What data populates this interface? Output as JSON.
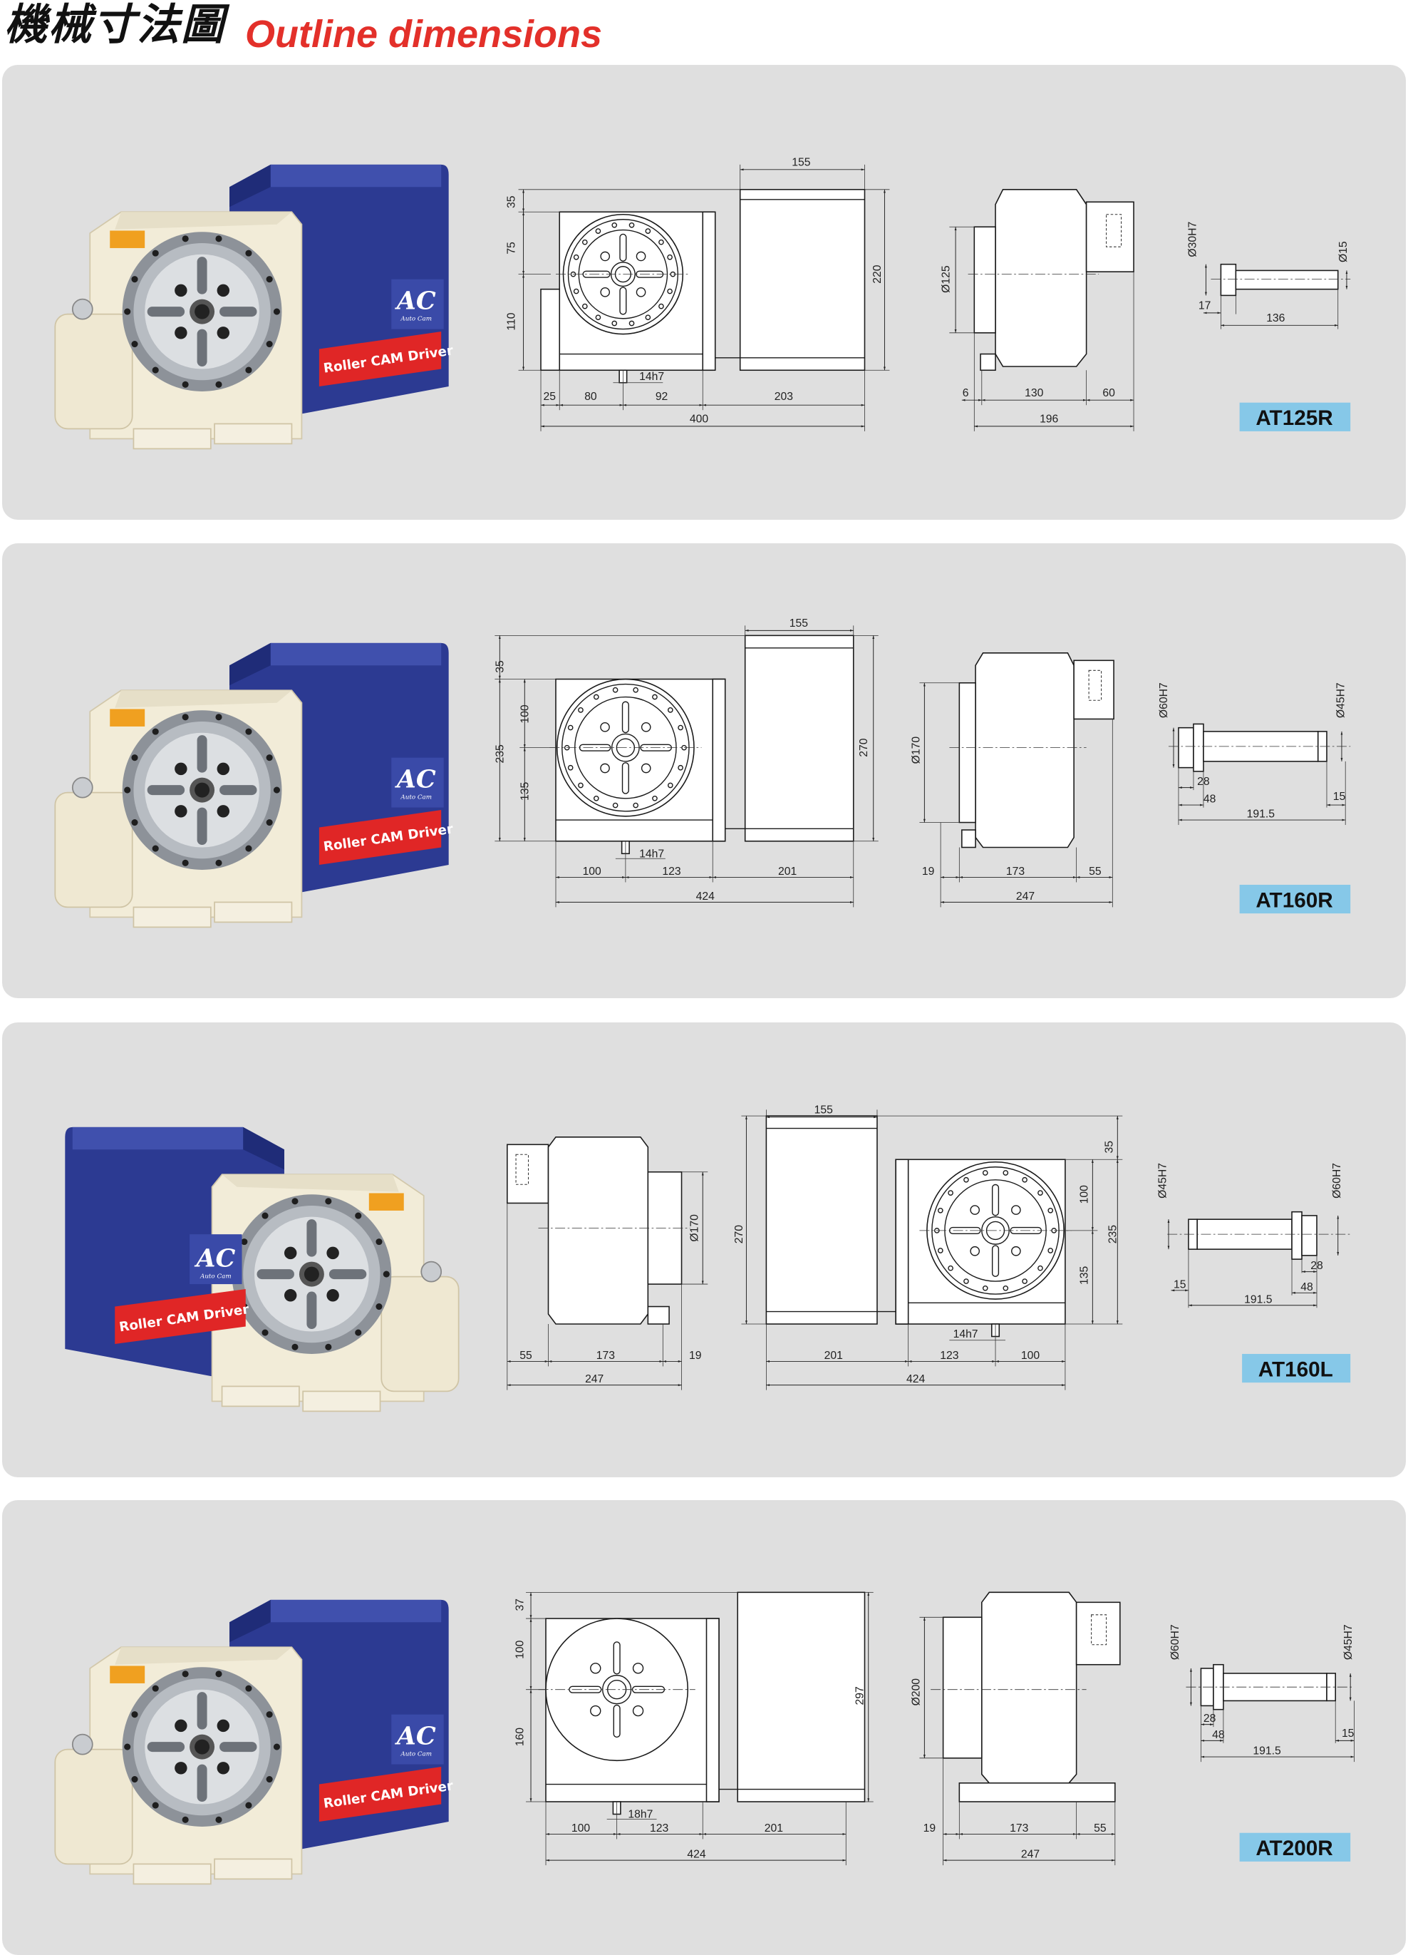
{
  "header": {
    "title_zh": "機械寸法圖",
    "title_en": "Outline dimensions"
  },
  "photo": {
    "label": "Roller CAM Driver",
    "logo": "AC",
    "brand": "Auto Cam"
  },
  "models": [
    {
      "name": "AT125R",
      "front": {
        "top": "155",
        "h1": "35",
        "h2": "75",
        "h3": "110",
        "height": "220",
        "key": "14h7",
        "w1": "25",
        "w2": "80",
        "w3": "92",
        "w4": "203",
        "width": "400"
      },
      "side": {
        "dia": "Ø125",
        "w1": "6",
        "w2": "130",
        "w3": "60",
        "width": "196"
      },
      "shaft": {
        "d1": "Ø30H7",
        "d2": "Ø15",
        "l1": "17",
        "l2": "136"
      }
    },
    {
      "name": "AT160R",
      "front": {
        "top": "155",
        "h1": "35",
        "h_left": "235",
        "h2": "100",
        "h3": "135",
        "height": "270",
        "key": "14h7",
        "w1": "100",
        "w2": "123",
        "w3": "201",
        "width": "424"
      },
      "side": {
        "dia": "Ø170",
        "w1": "19",
        "w2": "173",
        "w3": "55",
        "width": "247"
      },
      "shaft": {
        "d1": "Ø60H7",
        "d2": "Ø45H7",
        "l1": "28",
        "l2": "48",
        "l3": "15",
        "l4": "191.5"
      }
    },
    {
      "name": "AT160L",
      "side": {
        "dia": "Ø170",
        "w1": "55",
        "w2": "173",
        "w3": "19",
        "width": "247"
      },
      "front": {
        "top": "155",
        "height": "270",
        "h1": "35",
        "h_right": "235",
        "h2": "100",
        "h3": "135",
        "key": "14h7",
        "w1": "201",
        "w2": "123",
        "w3": "100",
        "width": "424"
      },
      "shaft": {
        "d1": "Ø45H7",
        "d2": "Ø60H7",
        "l1": "15",
        "l2": "28",
        "l3": "48",
        "l4": "191.5"
      }
    },
    {
      "name": "AT200R",
      "front": {
        "h1": "37",
        "h2": "100",
        "h3": "160",
        "height": "297",
        "key": "18h7",
        "w1": "100",
        "w2": "123",
        "w3": "201",
        "width": "424"
      },
      "side": {
        "dia": "Ø200",
        "w1": "19",
        "w2": "173",
        "w3": "55",
        "width": "247"
      },
      "shaft": {
        "d1": "Ø60H7",
        "d2": "Ø45H7",
        "l1": "28",
        "l2": "48",
        "l3": "15",
        "l4": "191.5"
      }
    }
  ]
}
